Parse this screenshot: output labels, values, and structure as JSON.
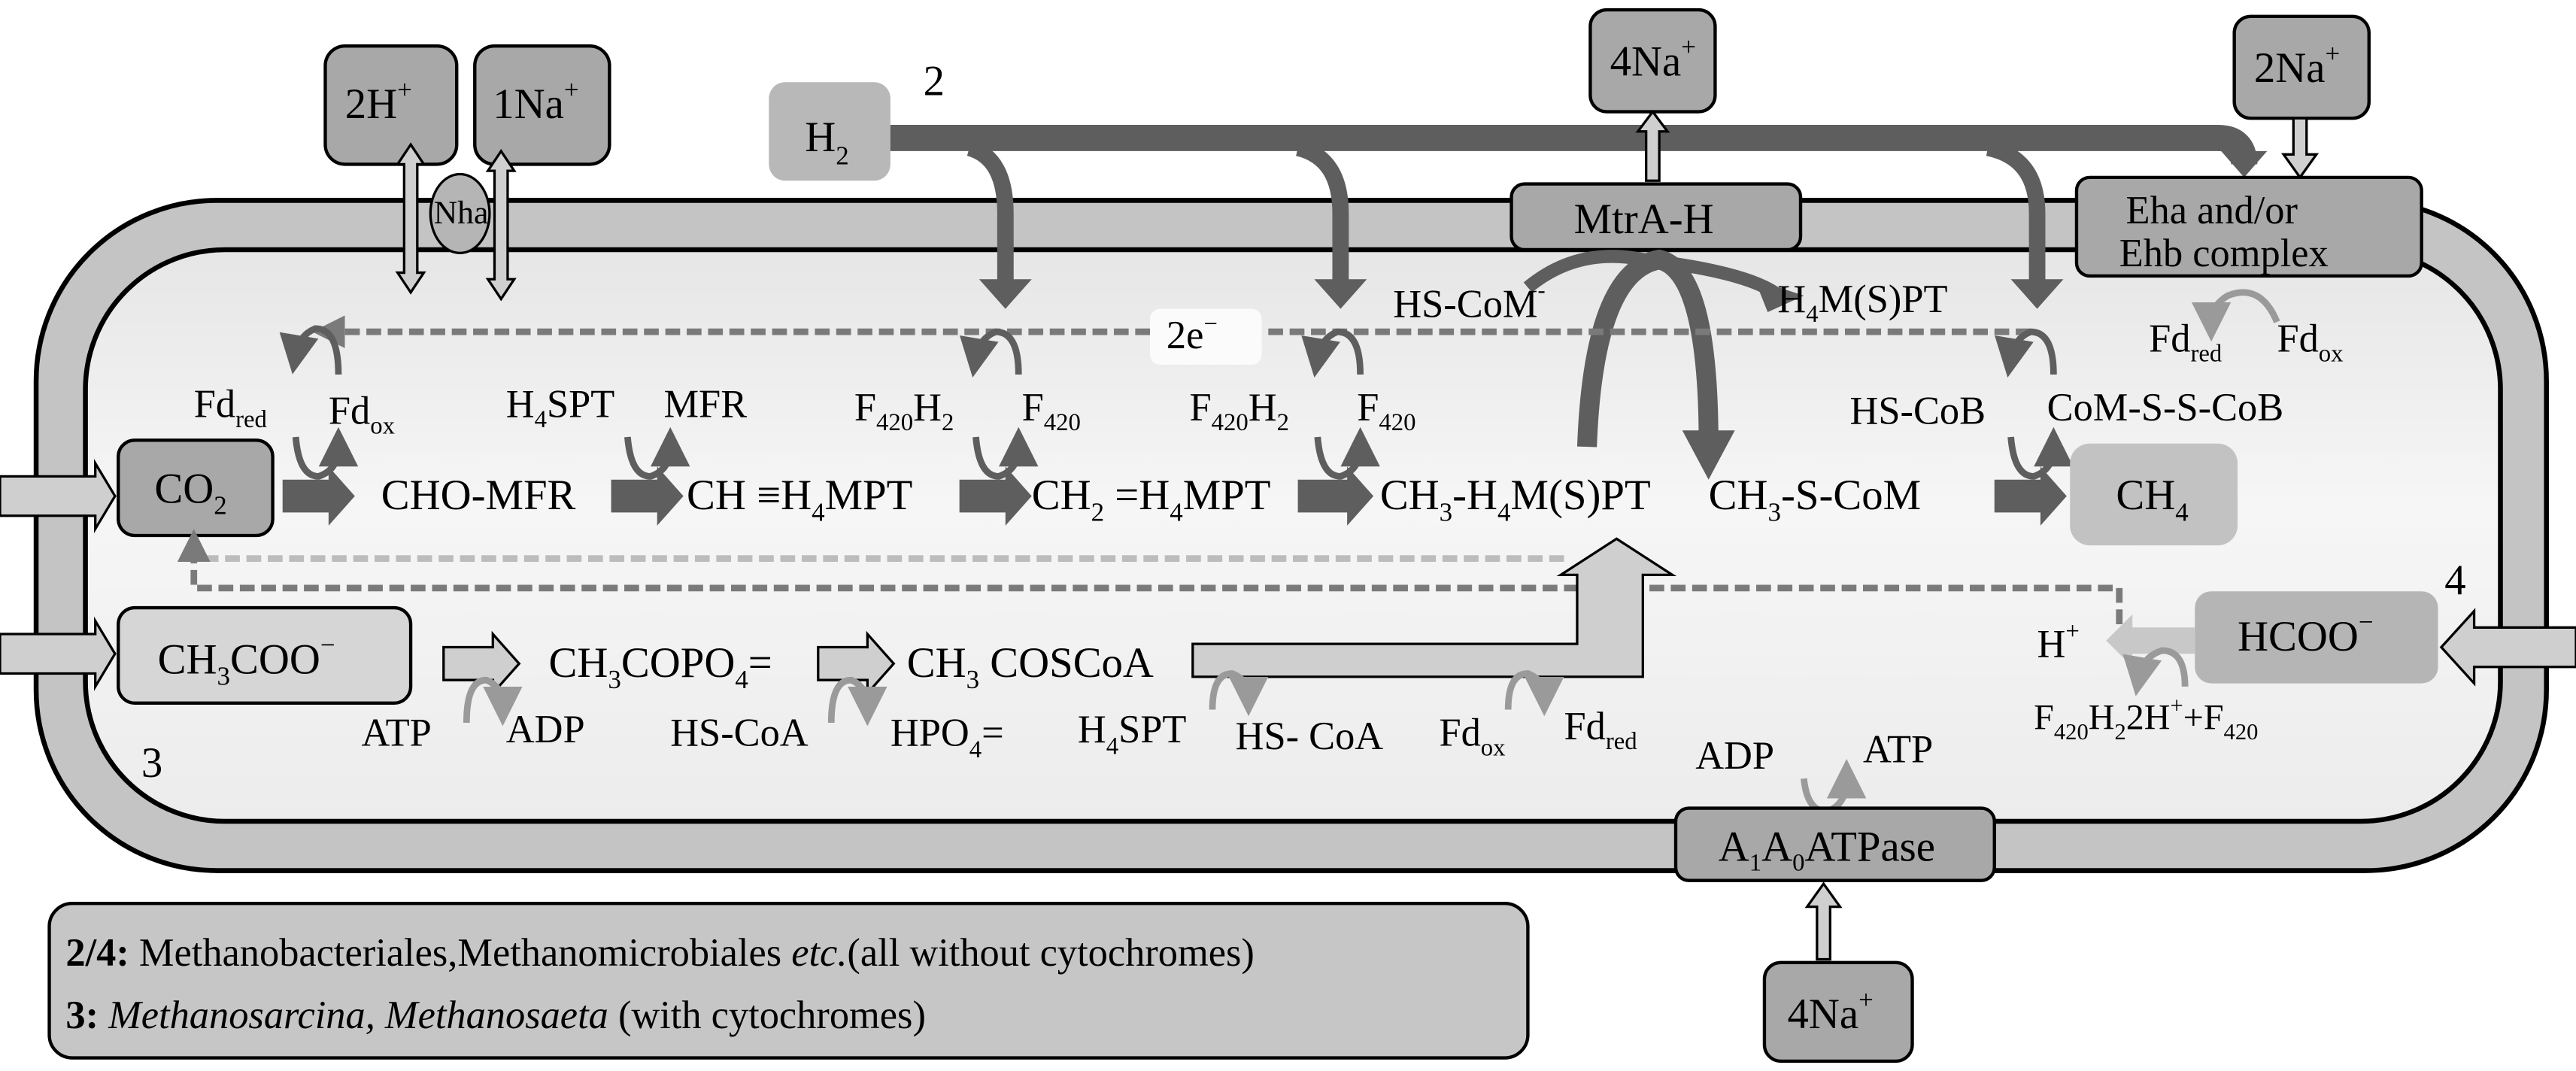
{
  "figure": {
    "pathway_labels": {
      "two": "2",
      "three": "3",
      "four": "4"
    },
    "ions": {
      "nha_h": {
        "main": "2H",
        "sup": "+"
      },
      "nha_na": {
        "main": "1Na",
        "sup": "+"
      },
      "mtr_na": {
        "main": "4Na",
        "sup": "+"
      },
      "eha_na": {
        "main": "2Na",
        "sup": "+"
      },
      "atpase_na": {
        "main": "4Na",
        "sup": "+"
      }
    },
    "transporters": {
      "nha": "Nha",
      "mtr": "MtrA-H",
      "eha_line1": "Eha and/or",
      "eha_line2": "Ehb complex",
      "atpase": {
        "a": "A",
        "s1": "1",
        "b": "A",
        "s2": "0",
        "rest": "ATPase"
      }
    },
    "substrates": {
      "h2": {
        "main": "H",
        "sub": "2"
      },
      "co2": {
        "main": "CO",
        "sub": "2"
      },
      "acetate": {
        "a": "CH",
        "sub": "3",
        "b": "COO",
        "sup": "−"
      },
      "formate": {
        "main": "HCOO",
        "sup": "−"
      },
      "methane": {
        "main": "CH",
        "sub": "4"
      }
    },
    "electron_label": {
      "main": "2e",
      "sup": "−"
    },
    "co2_pathway": {
      "intermediates": [
        {
          "id": "cho-mfr",
          "text": "CHO-MFR"
        },
        {
          "id": "ch-h4mpt",
          "a": "CH ≡H",
          "sub": "4",
          "b": "MPT"
        },
        {
          "id": "ch2-h4mpt",
          "a": "CH",
          "sub1": "2",
          "b": " =H",
          "sub2": "4",
          "c": "MPT"
        },
        {
          "id": "ch3-h4mspt",
          "a": "CH",
          "sub1": "3",
          "b": "-H",
          "sub2": "4",
          "c": "M(S)PT"
        },
        {
          "id": "ch3-s-com",
          "a": "CH",
          "sub": "3",
          "b": "-S-CoM"
        }
      ],
      "cofactors": {
        "fd_red": {
          "main": "Fd",
          "sub": "red"
        },
        "fd_ox": {
          "main": "Fd",
          "sub": "ox"
        },
        "h4spt": {
          "a": "H",
          "sub": "4",
          "b": "SPT"
        },
        "mfr": "MFR",
        "f420h2": {
          "a": "F",
          "sub": "420",
          "b": "H",
          "sub2": "2"
        },
        "f420": {
          "a": "F",
          "sub": "420"
        },
        "hs_com": {
          "main": "HS-CoM",
          "sup": "-"
        },
        "h4mspt": {
          "a": "H",
          "sub": "4",
          "b": "M(S)PT"
        },
        "hs_cob": "HS-CoB",
        "com_s_s_cob": "CoM-S-S-CoB"
      }
    },
    "acetate_pathway": {
      "acetyl_phosphate": {
        "a": "CH",
        "sub": "3",
        "b": "COPO",
        "sub2": "4",
        "c": "="
      },
      "acetyl_coa": {
        "a": "CH",
        "sub": "3",
        "b": " COSCoA"
      },
      "cofactors": {
        "atp": "ATP",
        "adp": "ADP",
        "hs_coa": "HS-CoA",
        "hpo4": {
          "a": "HPO",
          "sub": "4",
          "b": "="
        },
        "h4spt": {
          "a": "H",
          "sub": "4",
          "b": "SPT"
        },
        "hs_coa2": "HS- CoA",
        "fd_ox": {
          "main": "Fd",
          "sub": "ox"
        },
        "fd_red": {
          "main": "Fd",
          "sub": "red"
        }
      }
    },
    "formate_pathway": {
      "h_plus": {
        "main": "H",
        "sup": "+"
      },
      "f420h2": {
        "a": "F",
        "sub": "420",
        "b": "H",
        "sub2": "2"
      },
      "products": {
        "a": "2H",
        "sup": "+",
        "b": "+F",
        "sub": "420"
      }
    },
    "atp_synthesis": {
      "adp": "ADP",
      "atp": "ATP"
    },
    "eha_cofactors": {
      "fd_red": {
        "main": "Fd",
        "sub": "red"
      },
      "fd_ox": {
        "main": "Fd",
        "sub": "ox"
      }
    },
    "legend": {
      "line1": {
        "prefix": "2/4:",
        "text": " Methanobacteriales,Methanomicrobiales ",
        "italic": "etc.",
        "suffix": "(all  without cytochromes)"
      },
      "line2": {
        "prefix": "3:",
        "italic": " Methanosarcina,  Methanosaeta",
        "suffix": " (with cytochromes)"
      }
    }
  }
}
